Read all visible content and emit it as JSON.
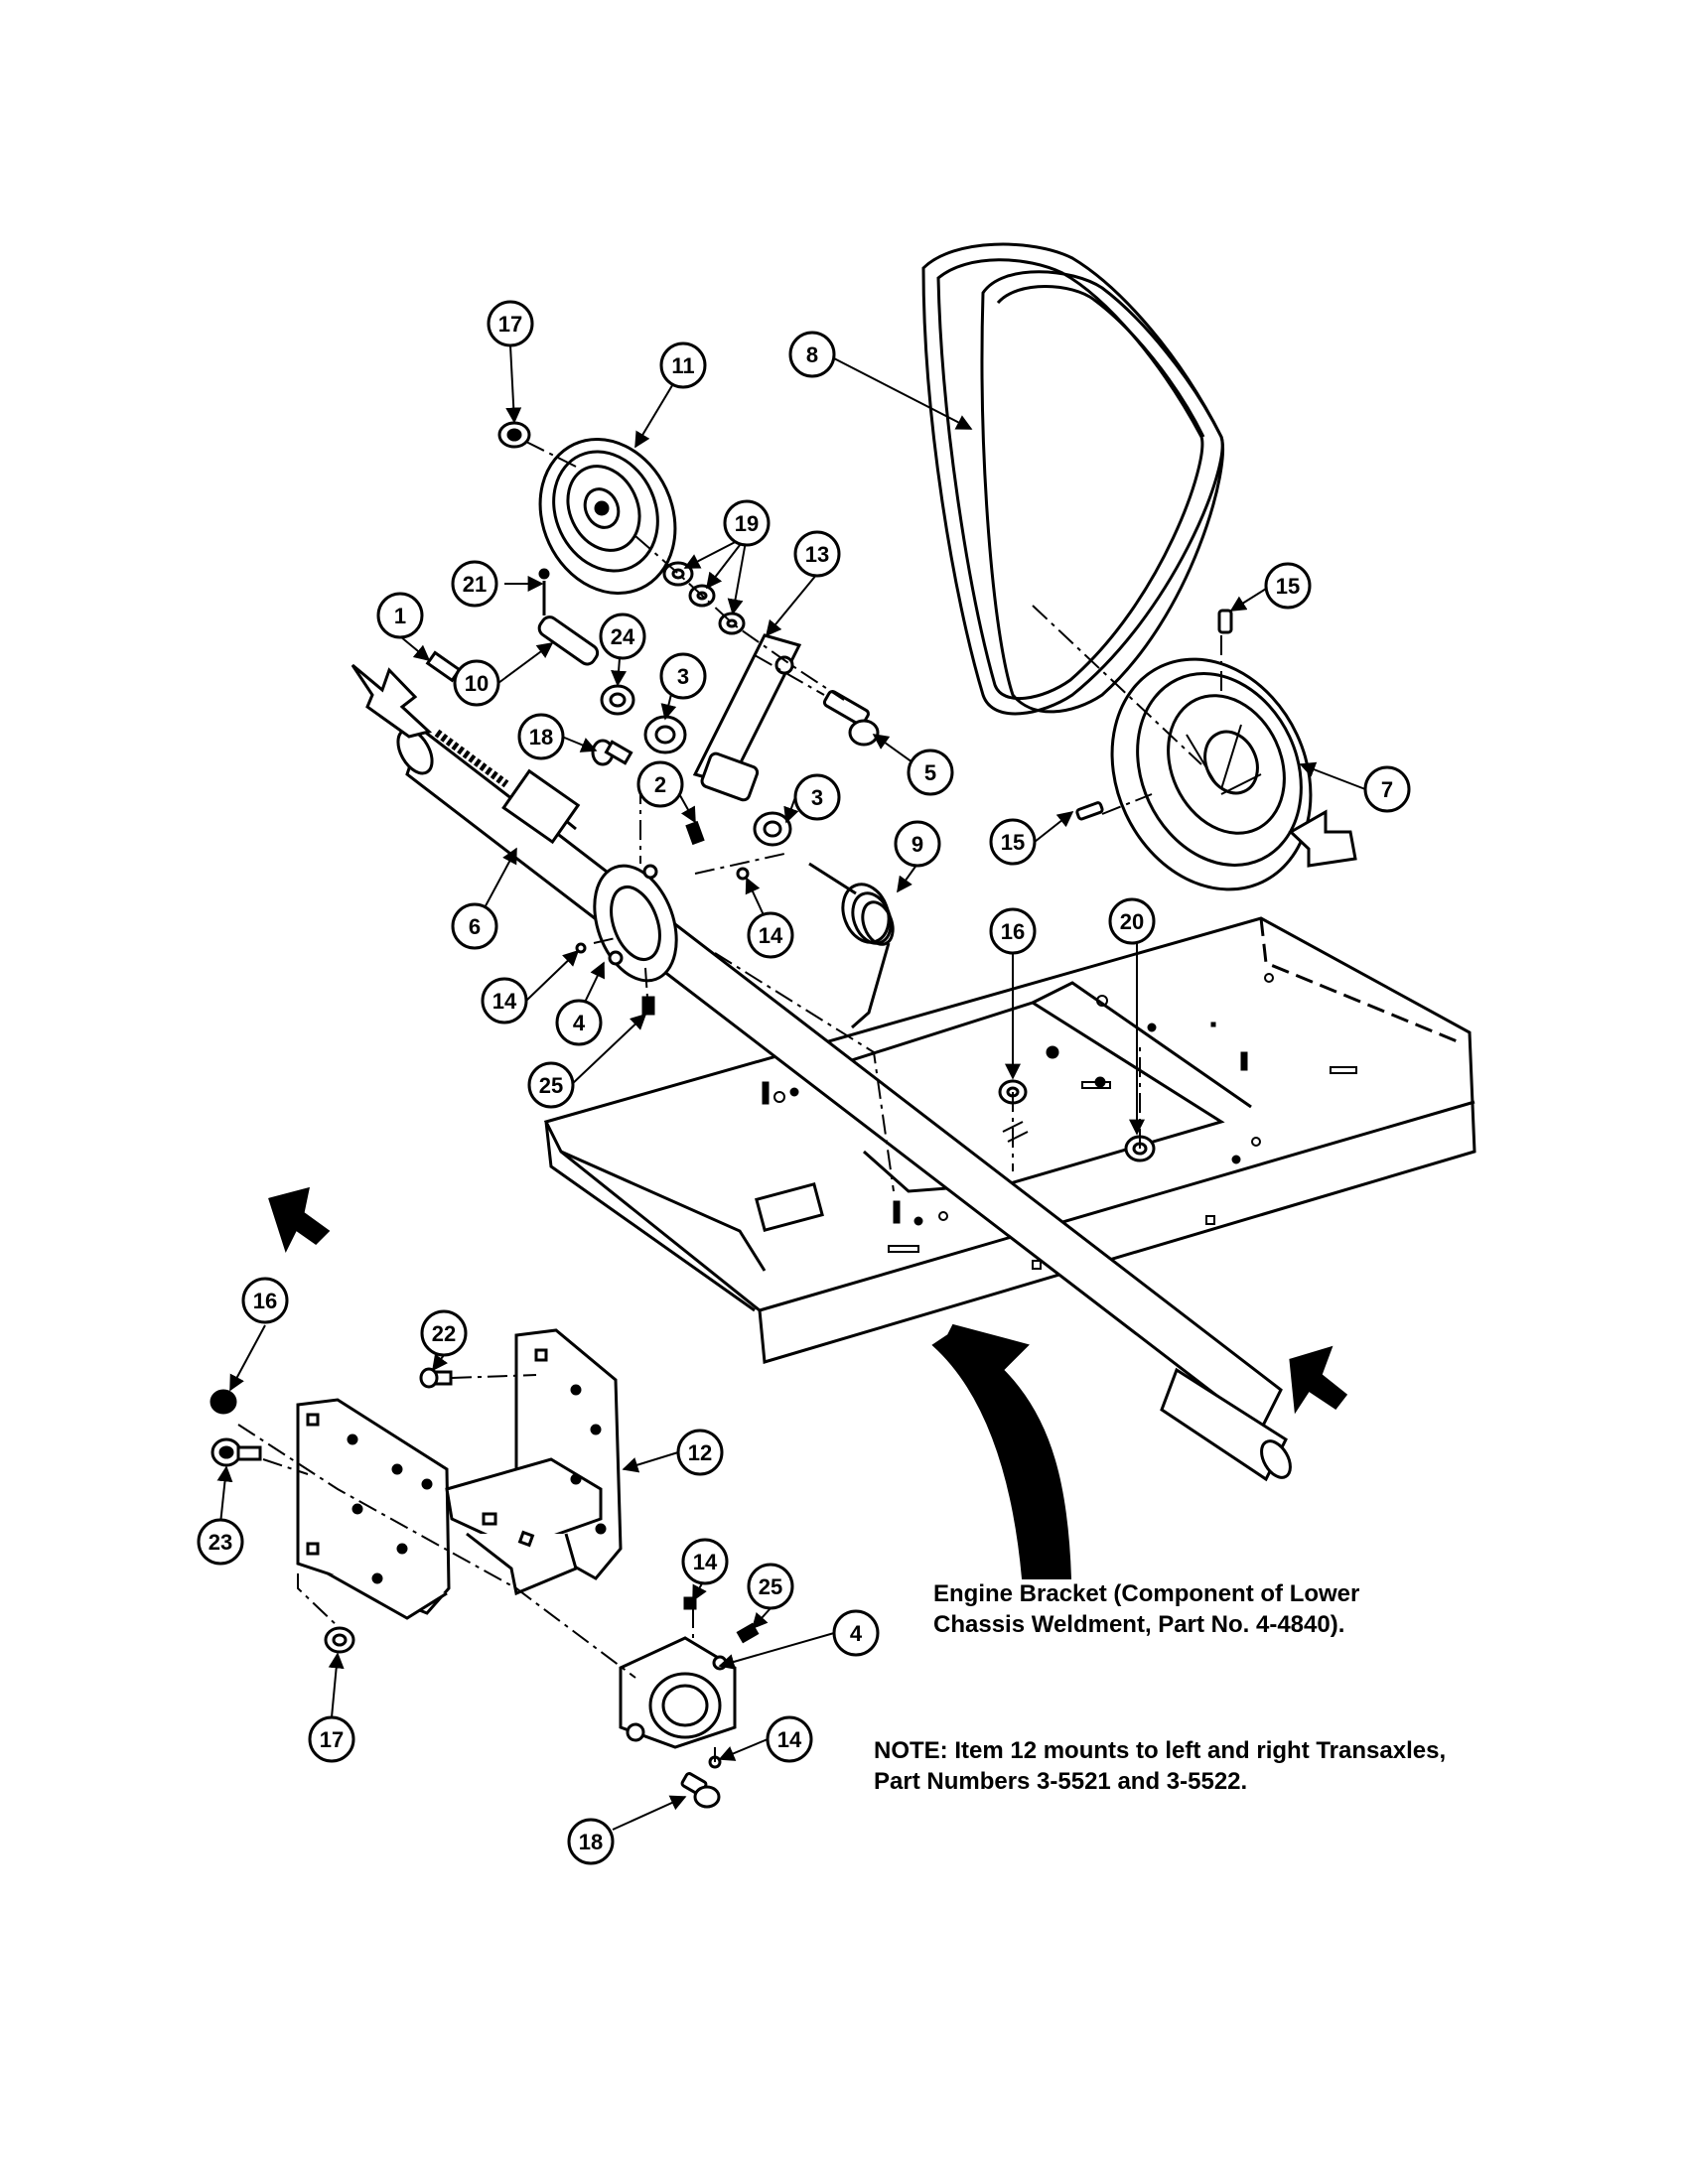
{
  "notes": {
    "engine_bracket_line1": "Engine Bracket (Component of Lower",
    "engine_bracket_line2": "Chassis Weldment, Part No. 4-4840).",
    "item12_line1": "NOTE: Item 12 mounts to left and right Transaxles,",
    "item12_line2": "Part Numbers 3-5521 and 3-5522."
  },
  "callouts": [
    "1",
    "2",
    "3",
    "3",
    "4",
    "4",
    "5",
    "6",
    "7",
    "8",
    "9",
    "10",
    "11",
    "12",
    "13",
    "14",
    "14",
    "14",
    "14",
    "15",
    "15",
    "16",
    "16",
    "17",
    "17",
    "18",
    "18",
    "19",
    "20",
    "21",
    "22",
    "23",
    "24",
    "25",
    "25"
  ]
}
